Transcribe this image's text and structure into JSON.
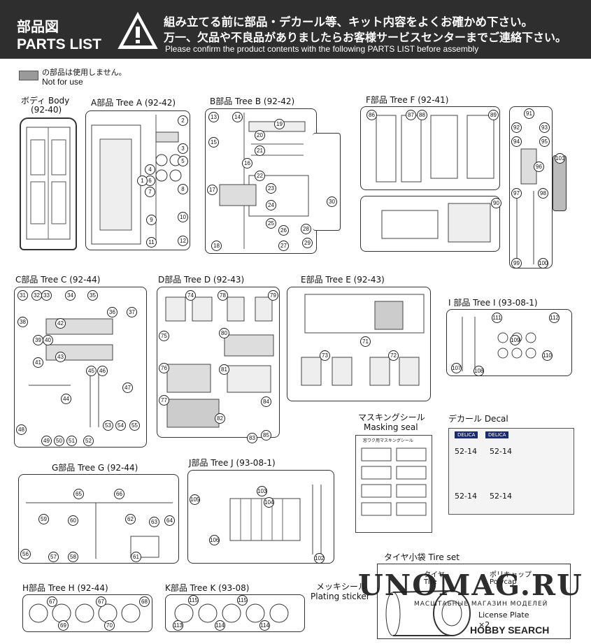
{
  "header": {
    "title_jp": "部品図",
    "title_en": "PARTS LIST",
    "notice_jp_1": "組み立てる前に部品・デカール等、キット内容をよくお確かめ下さい。",
    "notice_jp_2": "万一、欠品や不良品がありましたらお客様サービスセンターまでご連絡下さい。",
    "notice_en": "Please confirm the product contents with the following PARTS LIST before assembly"
  },
  "legend": {
    "jp": "の部品は使用しません。",
    "en": "Not for use"
  },
  "trees": {
    "body": {
      "label": "ボディ Body",
      "code": "(92-40)"
    },
    "a": {
      "label": "A部品 Tree A (92-42)",
      "parts": [
        "1",
        "2",
        "3",
        "4",
        "5",
        "6",
        "7",
        "8",
        "9",
        "10",
        "11",
        "12"
      ]
    },
    "b": {
      "label": "B部品 Tree B (92-42)",
      "parts": [
        "13",
        "14",
        "15",
        "16",
        "17",
        "18",
        "19",
        "20",
        "21",
        "22",
        "23",
        "24",
        "25",
        "26",
        "27",
        "28",
        "29",
        "30"
      ]
    },
    "f": {
      "label": "F部品 Tree F (92-41)",
      "parts": [
        "86",
        "87",
        "88",
        "89",
        "90",
        "91",
        "92",
        "93",
        "94",
        "95",
        "96",
        "97",
        "98",
        "99",
        "100",
        "101"
      ]
    },
    "c": {
      "label": "C部品 Tree C (92-44)",
      "parts": [
        "31",
        "32",
        "33",
        "34",
        "35",
        "36",
        "37",
        "38",
        "39",
        "40",
        "41",
        "42",
        "43",
        "44",
        "45",
        "46",
        "47",
        "48",
        "49",
        "50",
        "51",
        "52",
        "53",
        "54",
        "55"
      ]
    },
    "d": {
      "label": "D部品 Tree D (92-43)",
      "parts": [
        "74",
        "75",
        "76",
        "77",
        "78",
        "79",
        "80",
        "81",
        "82",
        "83",
        "84",
        "85"
      ]
    },
    "e": {
      "label": "E部品 Tree E (92-43)",
      "parts": [
        "71",
        "72",
        "73"
      ]
    },
    "i": {
      "label": "I 部品 Tree I (93-08-1)",
      "parts": [
        "107",
        "108",
        "109",
        "110",
        "111",
        "112"
      ]
    },
    "g": {
      "label": "G部品 Tree G (92-44)",
      "parts": [
        "56",
        "57",
        "58",
        "59",
        "60",
        "61",
        "62",
        "63",
        "64",
        "65",
        "66"
      ]
    },
    "j": {
      "label": "J部品 Tree  J (93-08-1)",
      "parts": [
        "102",
        "103",
        "104",
        "105",
        "106"
      ]
    },
    "h": {
      "label": "H部品 Tree H (92-44)",
      "parts": [
        "67",
        "68",
        "69",
        "70"
      ]
    },
    "k": {
      "label": "K部品 Tree K (93-08)",
      "parts": [
        "113",
        "114",
        "115"
      ]
    }
  },
  "masking": {
    "label_jp": "マスキングシール",
    "label_en": "Masking seal",
    "sheet_title": "窓ワク用マスキングシール"
  },
  "decal": {
    "label": "デカール Decal",
    "brand": "DELICA",
    "plates": [
      "52-14",
      "52-14"
    ]
  },
  "plating": {
    "label_jp": "メッキシール",
    "label_en": "Plating sticker"
  },
  "tireset": {
    "label": "タイヤ小袋 Tire set",
    "tire_jp": "タイヤ",
    "tire_en": "Tire",
    "poly_jp": "ポリキャップ",
    "poly_en": "Polycap",
    "plate_en": "License Plate",
    "plate_qty": "×2"
  },
  "watermark": {
    "main": "UNOMAG.RU",
    "sub": "МАСШТАБНЫЕ МАГАЗИН МОДЕЛЕЙ",
    "source": "HOBBY SEARCH"
  }
}
